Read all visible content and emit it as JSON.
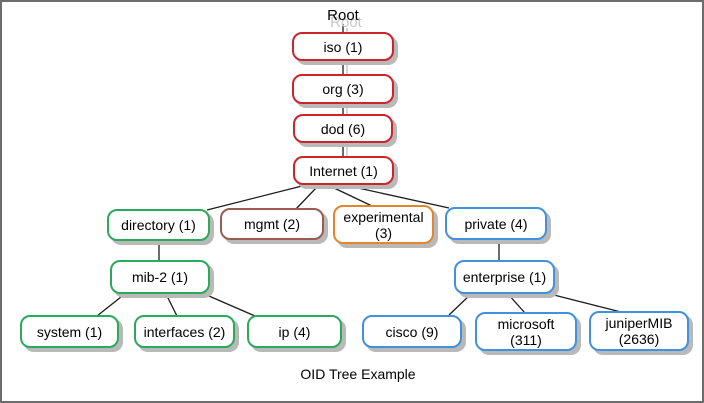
{
  "diagram": {
    "caption": "OID Tree Example",
    "nodes": {
      "root": {
        "label": "Root",
        "color_group": "none"
      },
      "iso": {
        "label": "iso (1)",
        "color_group": "red"
      },
      "org": {
        "label": "org (3)",
        "color_group": "red"
      },
      "dod": {
        "label": "dod (6)",
        "color_group": "red"
      },
      "internet": {
        "label": "Internet (1)",
        "color_group": "red"
      },
      "directory": {
        "label": "directory (1)",
        "color_group": "green"
      },
      "mgmt": {
        "label": "mgmt (2)",
        "color_group": "maroon"
      },
      "experimental": {
        "label_line1": "experimental",
        "label_line2": "(3)",
        "color_group": "orange"
      },
      "private": {
        "label": "private (4)",
        "color_group": "blue"
      },
      "mib2": {
        "label": "mib-2 (1)",
        "color_group": "green"
      },
      "enterprise": {
        "label": "enterprise (1)",
        "color_group": "blue"
      },
      "system": {
        "label": "system (1)",
        "color_group": "green"
      },
      "interfaces": {
        "label": "interfaces (2)",
        "color_group": "green"
      },
      "ip": {
        "label": "ip (4)",
        "color_group": "green"
      },
      "cisco": {
        "label": "cisco (9)",
        "color_group": "blue"
      },
      "microsoft": {
        "label_line1": "microsoft",
        "label_line2": "(311)",
        "color_group": "blue"
      },
      "junipermib": {
        "label_line1": "juniperMIB",
        "label_line2": "(2636)",
        "color_group": "blue"
      }
    },
    "edges": [
      [
        "root",
        "iso"
      ],
      [
        "iso",
        "org"
      ],
      [
        "org",
        "dod"
      ],
      [
        "dod",
        "internet"
      ],
      [
        "internet",
        "directory"
      ],
      [
        "internet",
        "mgmt"
      ],
      [
        "internet",
        "experimental"
      ],
      [
        "internet",
        "private"
      ],
      [
        "directory",
        "mib2"
      ],
      [
        "mib2",
        "system"
      ],
      [
        "mib2",
        "interfaces"
      ],
      [
        "mib2",
        "ip"
      ],
      [
        "private",
        "enterprise"
      ],
      [
        "enterprise",
        "cisco"
      ],
      [
        "enterprise",
        "microsoft"
      ],
      [
        "enterprise",
        "junipermib"
      ]
    ],
    "colors": {
      "red": "#c9252b",
      "green": "#2aaa5a",
      "maroon": "#9a5b52",
      "orange": "#e2852e",
      "blue": "#4191dc",
      "box_shadow": "#b9b9b9",
      "line": "#1c1c1c",
      "line_shadow": "#cdcdcd",
      "text": "#000000",
      "frame_border": "#6d6d6d"
    }
  }
}
